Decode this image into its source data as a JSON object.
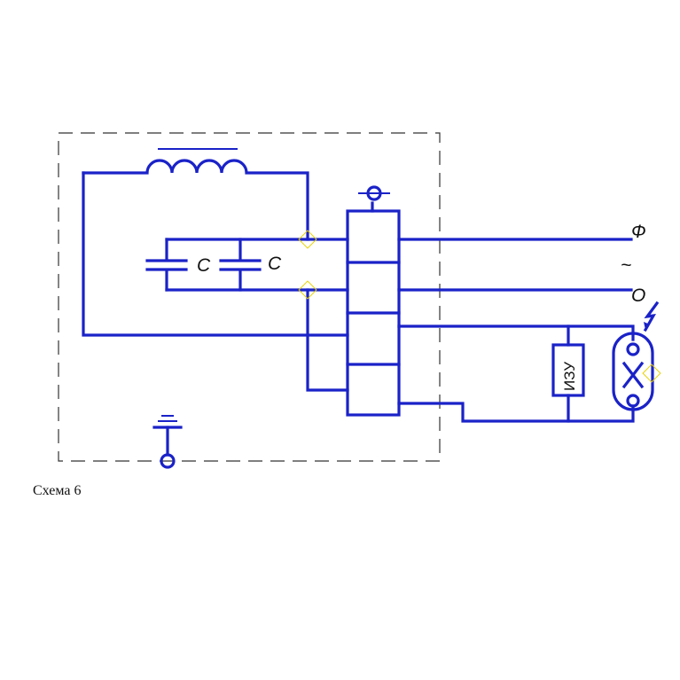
{
  "diagram": {
    "capacitor_1_label": "C",
    "capacitor_2_label": "C",
    "terminal_phase_label": "Ф",
    "terminal_ac_label": "~",
    "terminal_neutral_label": "O",
    "ignition_unit_label": "ИЗУ",
    "wire_color": "#1a22c8"
  },
  "caption": "Схема 6"
}
